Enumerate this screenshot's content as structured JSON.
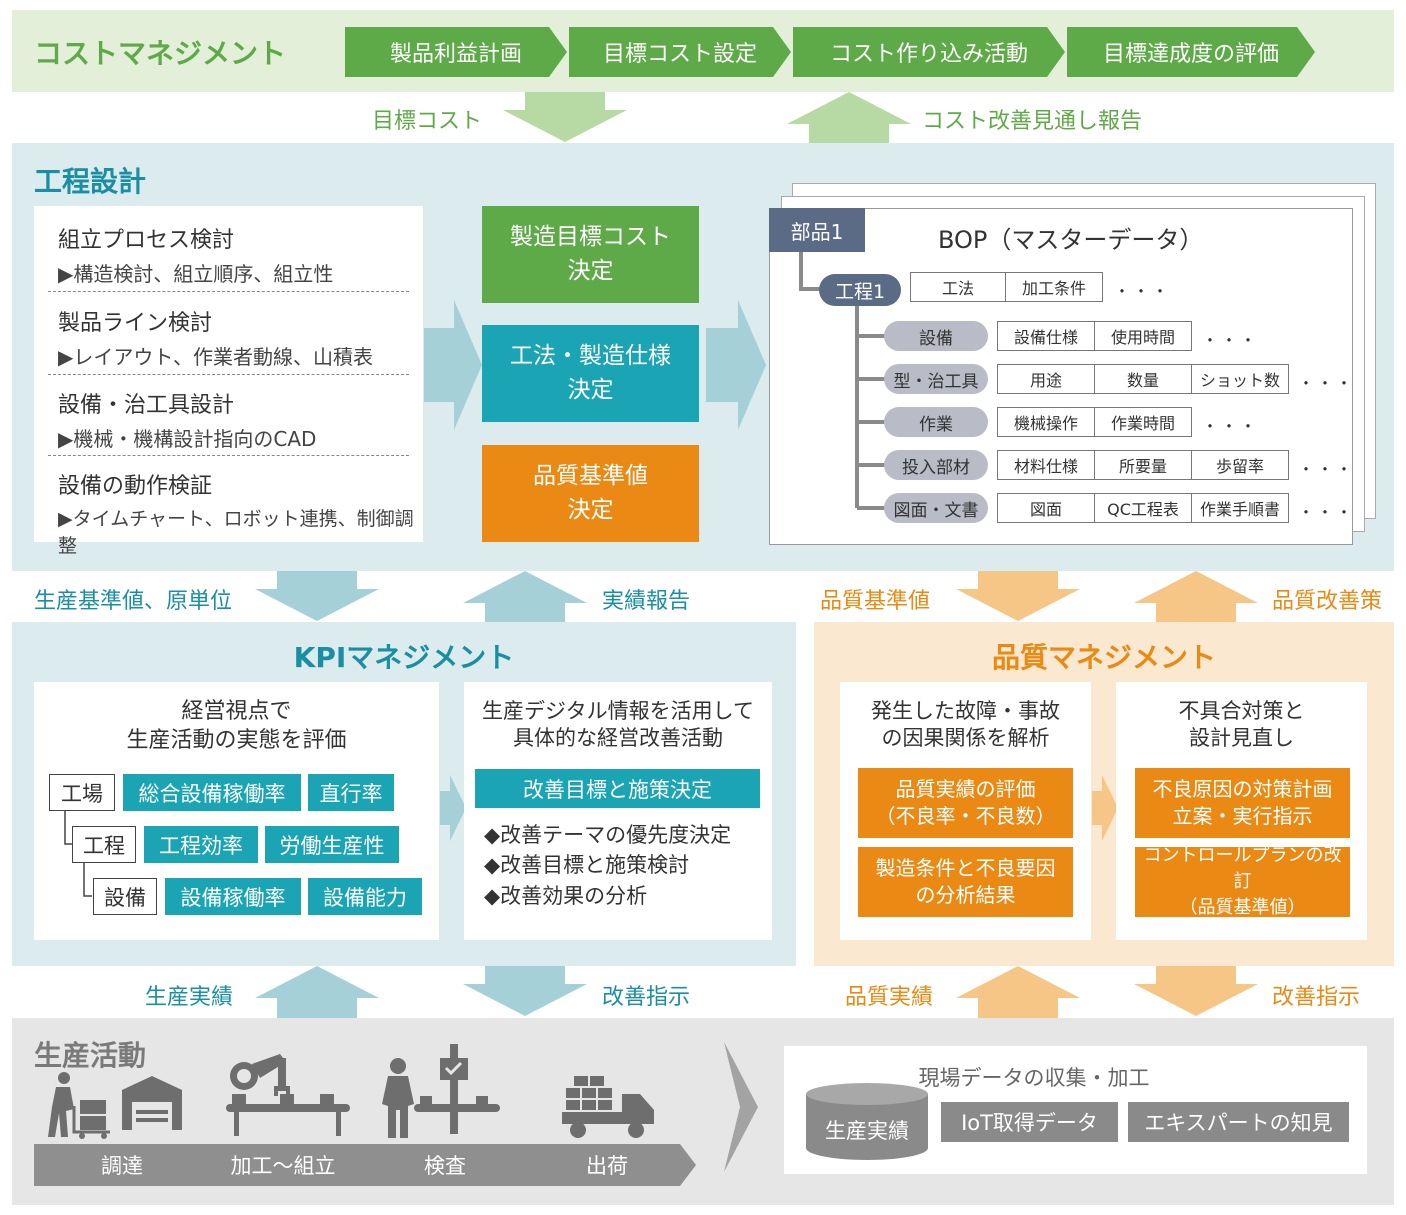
{
  "cost": {
    "title": "コストマネジメント",
    "steps": [
      "製品利益計画",
      "目標コスト設定",
      "コスト作り込み活動",
      "目標達成度の評価"
    ],
    "down_label": "目標コスト",
    "up_label": "コスト改善見通し報告"
  },
  "process": {
    "title": "工程設計",
    "items": [
      {
        "title": "組立プロセス検討",
        "sub": "▶構造検討、組立順序、組立性"
      },
      {
        "title": "製品ライン検討",
        "sub": "▶レイアウト、作業者動線、山積表"
      },
      {
        "title": "設備・治工具設計",
        "sub": "▶機械・機構設計指向のCAD"
      },
      {
        "title": "設備の動作検証",
        "sub": "▶タイムチャート、ロボット連携、制御調整"
      }
    ],
    "decisions": [
      {
        "line1": "製造目標コスト",
        "line2": "決定"
      },
      {
        "line1": "工法・製造仕様",
        "line2": "決定"
      },
      {
        "line1": "品質基準値",
        "line2": "決定"
      }
    ]
  },
  "bop": {
    "title": "BOP（マスターデータ）",
    "part": "部品1",
    "process": "工程1",
    "process_cells": [
      "工法",
      "加工条件"
    ],
    "dots": "・・・",
    "rows": [
      {
        "label": "設備",
        "cells": [
          "設備仕様",
          "使用時間"
        ]
      },
      {
        "label": "型・治工具",
        "cells": [
          "用途",
          "数量",
          "ショット数"
        ]
      },
      {
        "label": "作業",
        "cells": [
          "機械操作",
          "作業時間"
        ]
      },
      {
        "label": "投入部材",
        "cells": [
          "材料仕様",
          "所要量",
          "歩留率"
        ]
      },
      {
        "label": "図面・文書",
        "cells": [
          "図面",
          "QC工程表",
          "作業手順書"
        ]
      }
    ]
  },
  "mid_flows": {
    "kpi_down": "生産基準値、原単位",
    "kpi_up": "実績報告",
    "quality_down": "品質基準値",
    "quality_up": "品質改善策"
  },
  "kpi": {
    "title": "KPIマネジメント",
    "left_heading_1": "経営視点で",
    "left_heading_2": "生産活動の実態を評価",
    "levels": [
      {
        "label": "工場",
        "metrics": [
          "総合設備稼働率",
          "直行率"
        ]
      },
      {
        "label": "工程",
        "metrics": [
          "工程効率",
          "労働生産性"
        ]
      },
      {
        "label": "設備",
        "metrics": [
          "設備稼働率",
          "設備能力"
        ]
      }
    ],
    "right_heading_1": "生産デジタル情報を活用して",
    "right_heading_2": "具体的な経営改善活動",
    "right_banner": "改善目標と施策決定",
    "bullets": [
      "◆改善テーマの優先度決定",
      "◆改善目標と施策検討",
      "◆改善効果の分析"
    ]
  },
  "quality": {
    "title": "品質マネジメント",
    "left_heading_1": "発生した故障・事故",
    "left_heading_2": "の因果関係を解析",
    "left_boxes": [
      {
        "line1": "品質実績の評価",
        "line2": "（不良率・不良数）"
      },
      {
        "line1": "製造条件と不良要因",
        "line2": "の分析結果"
      }
    ],
    "right_heading_1": "不具合対策と",
    "right_heading_2": "設計見直し",
    "right_boxes": [
      {
        "line1": "不良原因の対策計画",
        "line2": "立案・実行指示"
      },
      {
        "line1": "コントロールプランの改訂",
        "line2": "（品質基準値）"
      }
    ]
  },
  "bottom_flows": {
    "kpi_up": "生産実績",
    "kpi_down": "改善指示",
    "quality_up": "品質実績",
    "quality_down": "改善指示"
  },
  "production": {
    "title": "生産活動",
    "steps": [
      "調達",
      "加工～組立",
      "検査",
      "出荷"
    ],
    "data_title": "現場データの収集・加工",
    "db_label": "生産実績",
    "chips": [
      "IoT取得データ",
      "エキスパートの知見"
    ]
  },
  "colors": {
    "green": "#5faa48",
    "teal": "#1aa4b4",
    "orange": "#ea8a14",
    "gray": "#8f8f8f"
  }
}
